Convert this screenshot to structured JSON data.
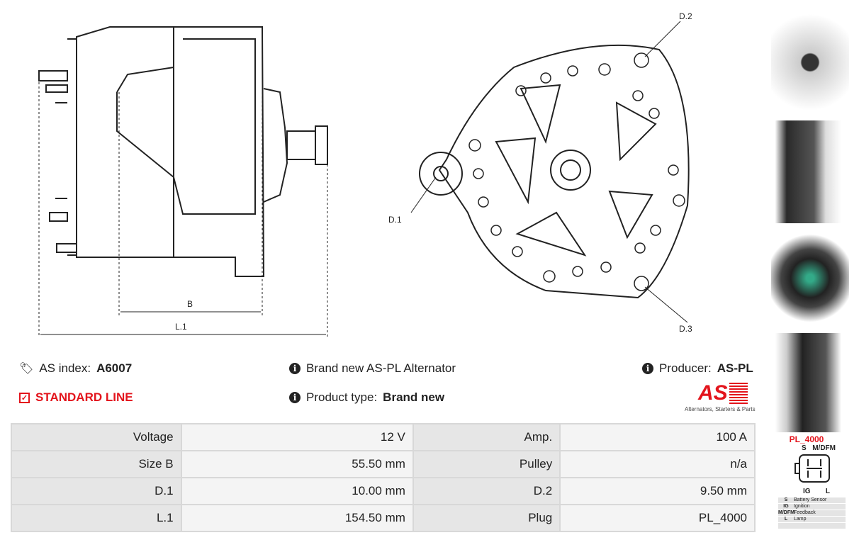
{
  "drawing": {
    "labels": {
      "b": "B",
      "l1": "L.1",
      "d1": "D.1",
      "d2": "D.2",
      "d3": "D.3"
    }
  },
  "info": {
    "as_index_label": "AS index:",
    "as_index_value": "A6007",
    "line": "STANDARD LINE",
    "description": "Brand new AS-PL Alternator",
    "product_type_label": "Product type:",
    "product_type_value": "Brand new",
    "producer_label": "Producer:",
    "producer_value": "AS-PL",
    "logo_text": "AS",
    "logo_tagline": "Alternators, Starters & Parts"
  },
  "specs": [
    [
      "Voltage",
      "12 V",
      "Amp.",
      "100 A"
    ],
    [
      "Size B",
      "55.50 mm",
      "Pulley",
      "n/a"
    ],
    [
      "D.1",
      "10.00 mm",
      "D.2",
      "9.50 mm"
    ],
    [
      "L.1",
      "154.50 mm",
      "Plug",
      "PL_4000"
    ]
  ],
  "plug": {
    "name": "PL_4000",
    "top": [
      "S",
      "M/DFM"
    ],
    "bottom": [
      "IG",
      "L"
    ],
    "pins": [
      [
        "S",
        "Battery Sensor"
      ],
      [
        "IG",
        "Ignition"
      ],
      [
        "M/DFM",
        "Feedback"
      ],
      [
        "L",
        "Lamp"
      ],
      [
        "",
        ""
      ]
    ]
  },
  "colors": {
    "accent": "#e3141c"
  }
}
